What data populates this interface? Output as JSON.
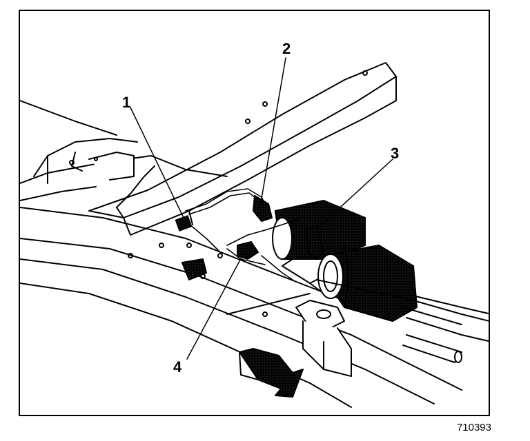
{
  "figure": {
    "callouts": [
      {
        "label": "1"
      },
      {
        "label": "2"
      },
      {
        "label": "3"
      },
      {
        "label": "4"
      }
    ],
    "figure_id": "710393"
  },
  "colors": {
    "ink": "#000000",
    "paper": "#ffffff",
    "shade": "#9a9a9a"
  }
}
